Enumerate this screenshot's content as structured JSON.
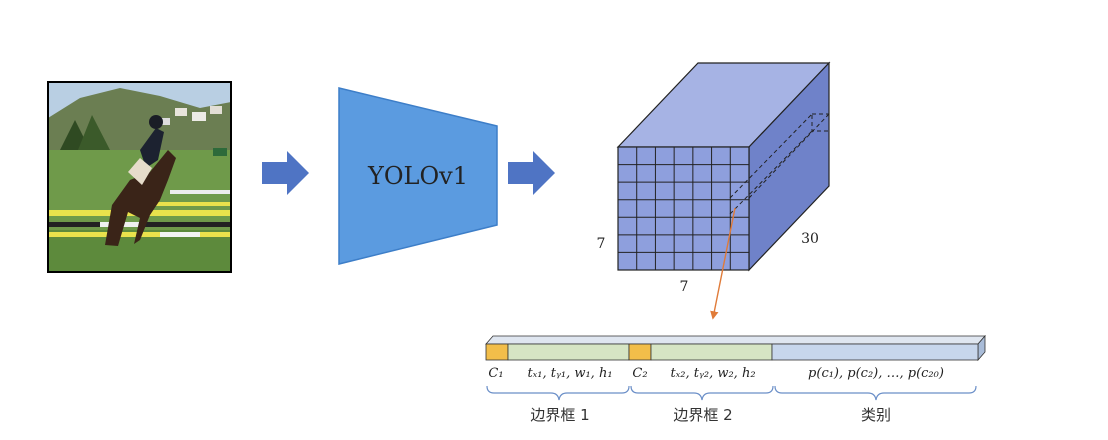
{
  "network": {
    "label": "YOLOv1"
  },
  "tensor": {
    "grid_rows": 7,
    "grid_cols": 7,
    "depth_label": "30",
    "height_label": "7",
    "width_label": "7"
  },
  "vector": {
    "box1_conf": "C₁",
    "box1_coords": "tₓ₁, tᵧ₁, w₁, h₁",
    "box2_conf": "C₂",
    "box2_coords": "tₓ₂, tᵧ₂, w₂, h₂",
    "classes": "p(c₁), p(c₂), …, p(c₂₀)"
  },
  "groups": {
    "box1_label": "边界框 1",
    "box2_label": "边界框 2",
    "classes_label": "类别"
  },
  "colors": {
    "arrow": "#4f74c4",
    "network_fill": "#5b9be0",
    "cube_front": "#8e9fdd",
    "cube_top": "#a6b3e4",
    "cube_side": "#6f82c9",
    "conf_cell": "#f2be4a",
    "coord_cell": "#d6e5c4",
    "class_cell": "#c7d6ec",
    "pointer": "#e07b39"
  }
}
